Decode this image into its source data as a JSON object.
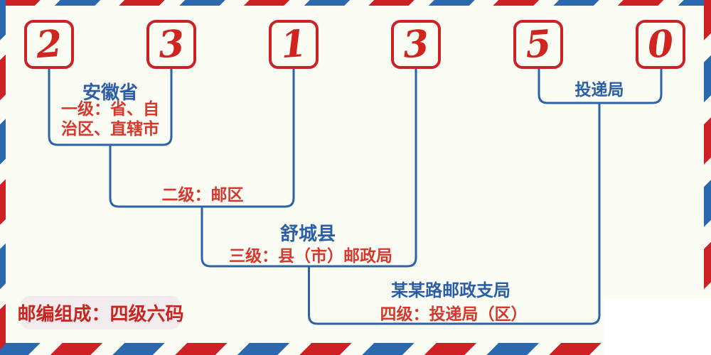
{
  "postal_code": {
    "digits": [
      "2",
      "3",
      "1",
      "3",
      "5",
      "0"
    ]
  },
  "labels": {
    "level1": {
      "region": "安徽省",
      "desc_line1": "一级：省、自",
      "desc_line2": "治区、直辖市"
    },
    "level2": {
      "desc": "二级：邮区"
    },
    "level3": {
      "region": "舒城县",
      "desc": "三级：县（市）邮政局"
    },
    "delivery": {
      "label": "投递局"
    },
    "level4": {
      "branch": "某某路邮政支局",
      "desc": "四级：投递局（区）"
    },
    "footer": {
      "composition": "邮编组成：四级六码"
    }
  },
  "colors": {
    "stripe_red": "#cd2126",
    "stripe_blue": "#2c68ae",
    "line_blue": "#2b62a8",
    "digit_red": "#d0241f",
    "text_blue": "#2a5ea6",
    "text_red": "#d6382e",
    "pill_background": "#f2ecef",
    "background": "#fbfcf3"
  }
}
